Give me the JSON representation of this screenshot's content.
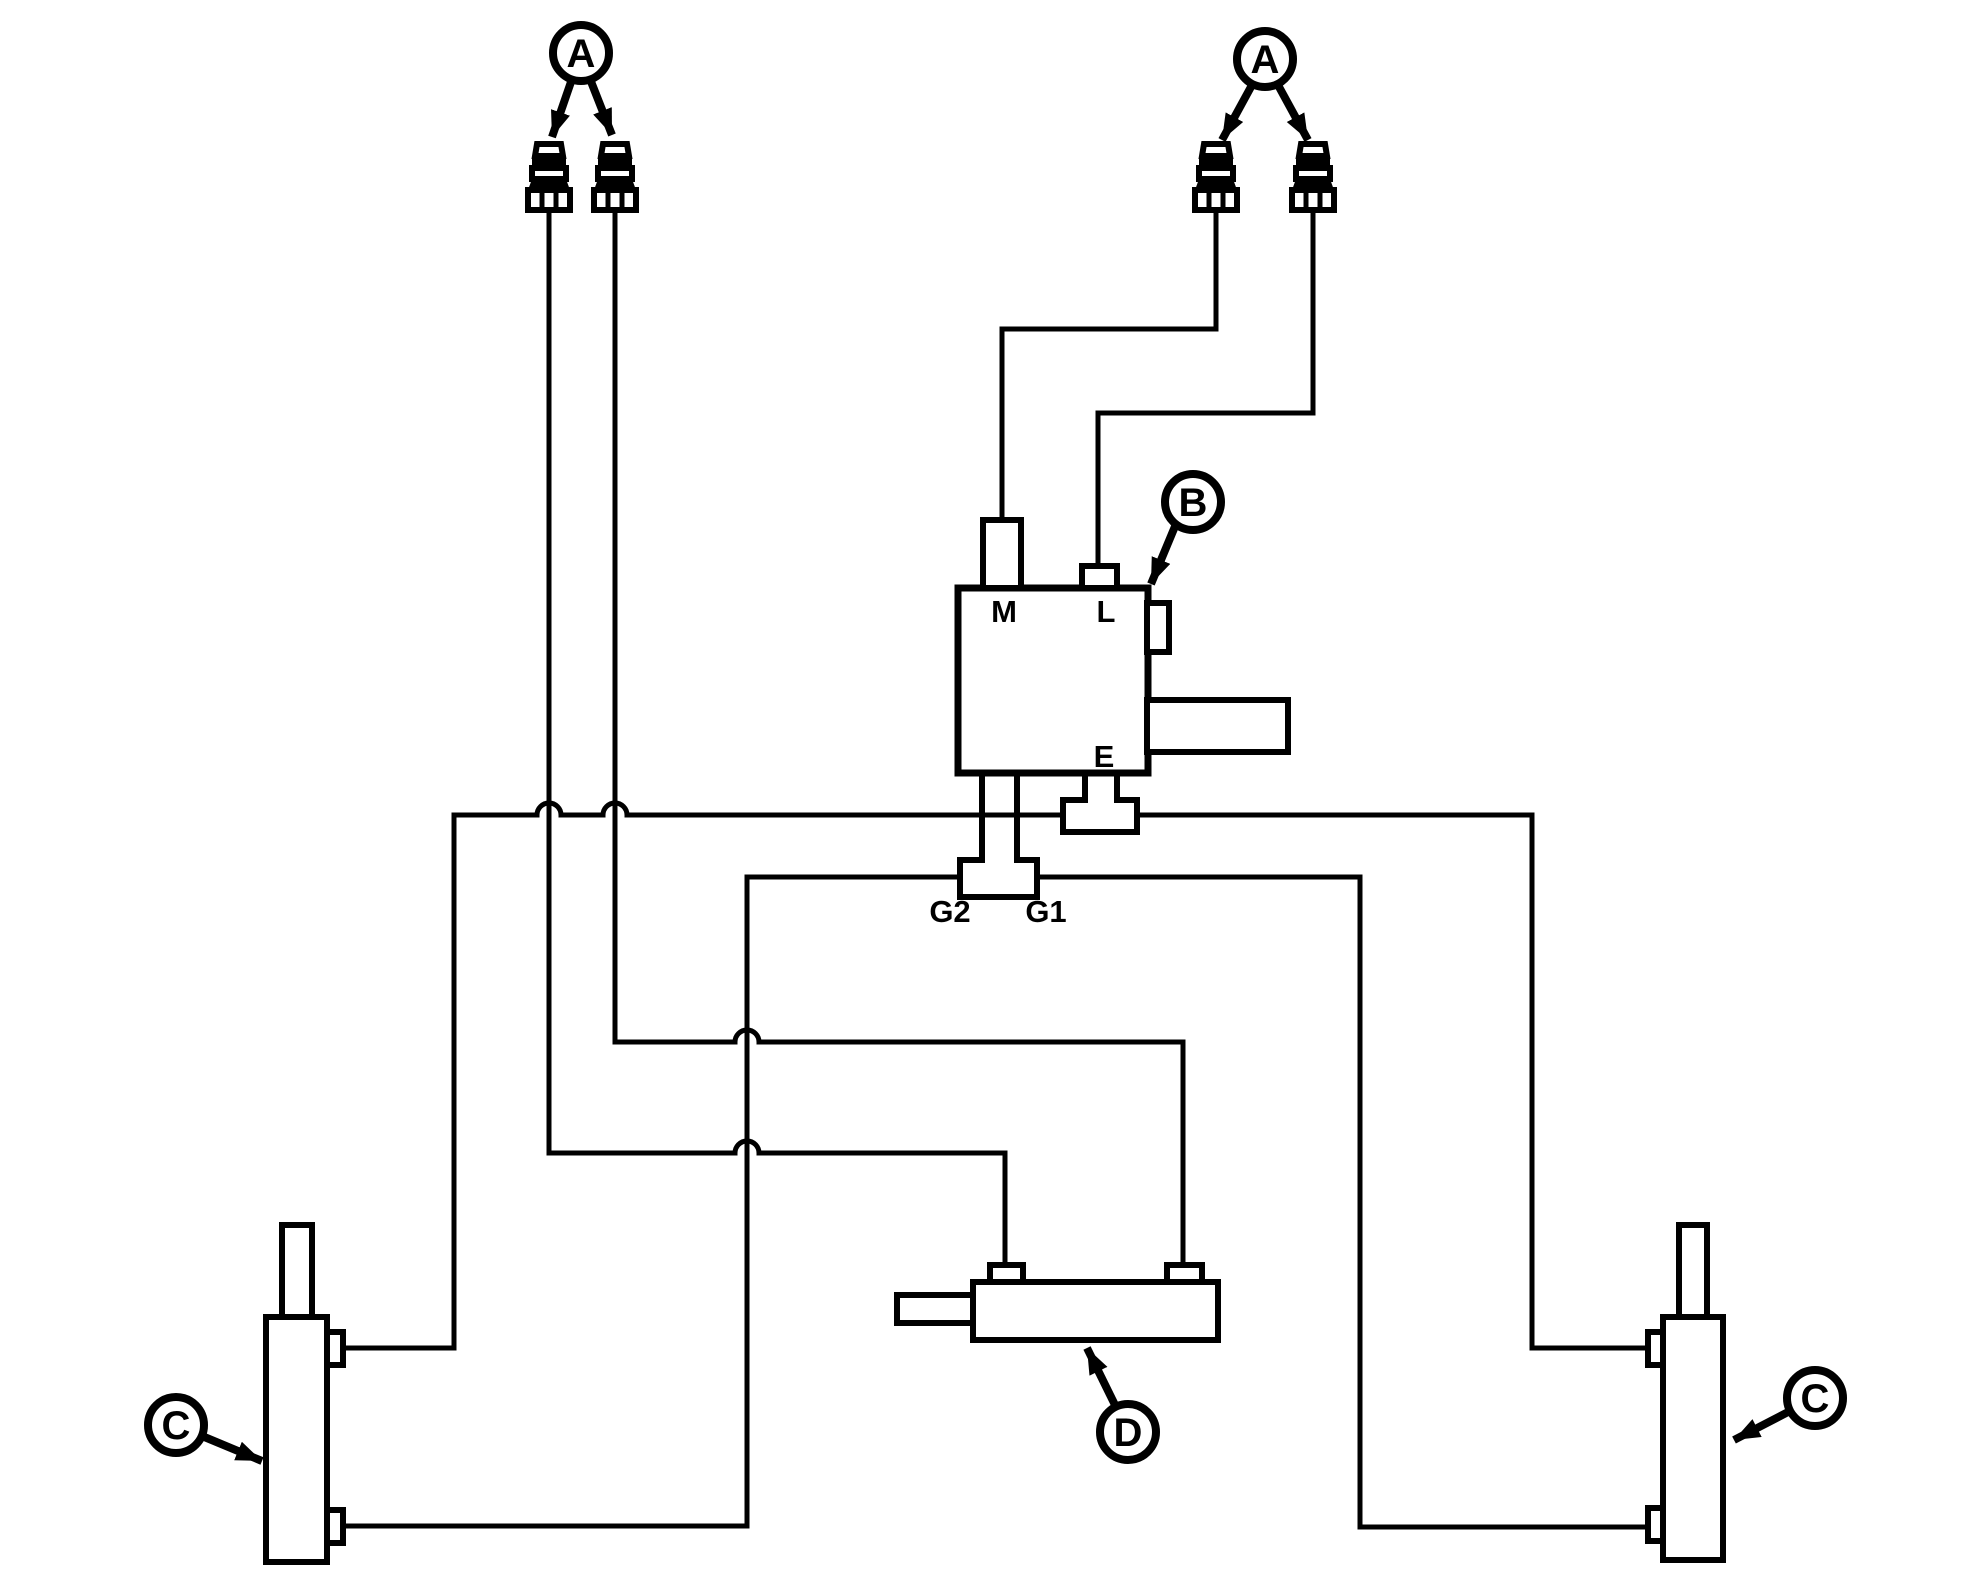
{
  "diagram": {
    "background_color": "#ffffff",
    "line_color": "#000000",
    "callouts": [
      {
        "id": "a-left",
        "label": "A"
      },
      {
        "id": "a-right",
        "label": "A"
      },
      {
        "id": "b",
        "label": "B"
      },
      {
        "id": "c-left",
        "label": "C"
      },
      {
        "id": "c-right",
        "label": "C"
      },
      {
        "id": "d",
        "label": "D"
      }
    ],
    "port_labels": {
      "m": "M",
      "l": "L",
      "e": "E",
      "g2": "G2",
      "g1": "G1"
    }
  }
}
